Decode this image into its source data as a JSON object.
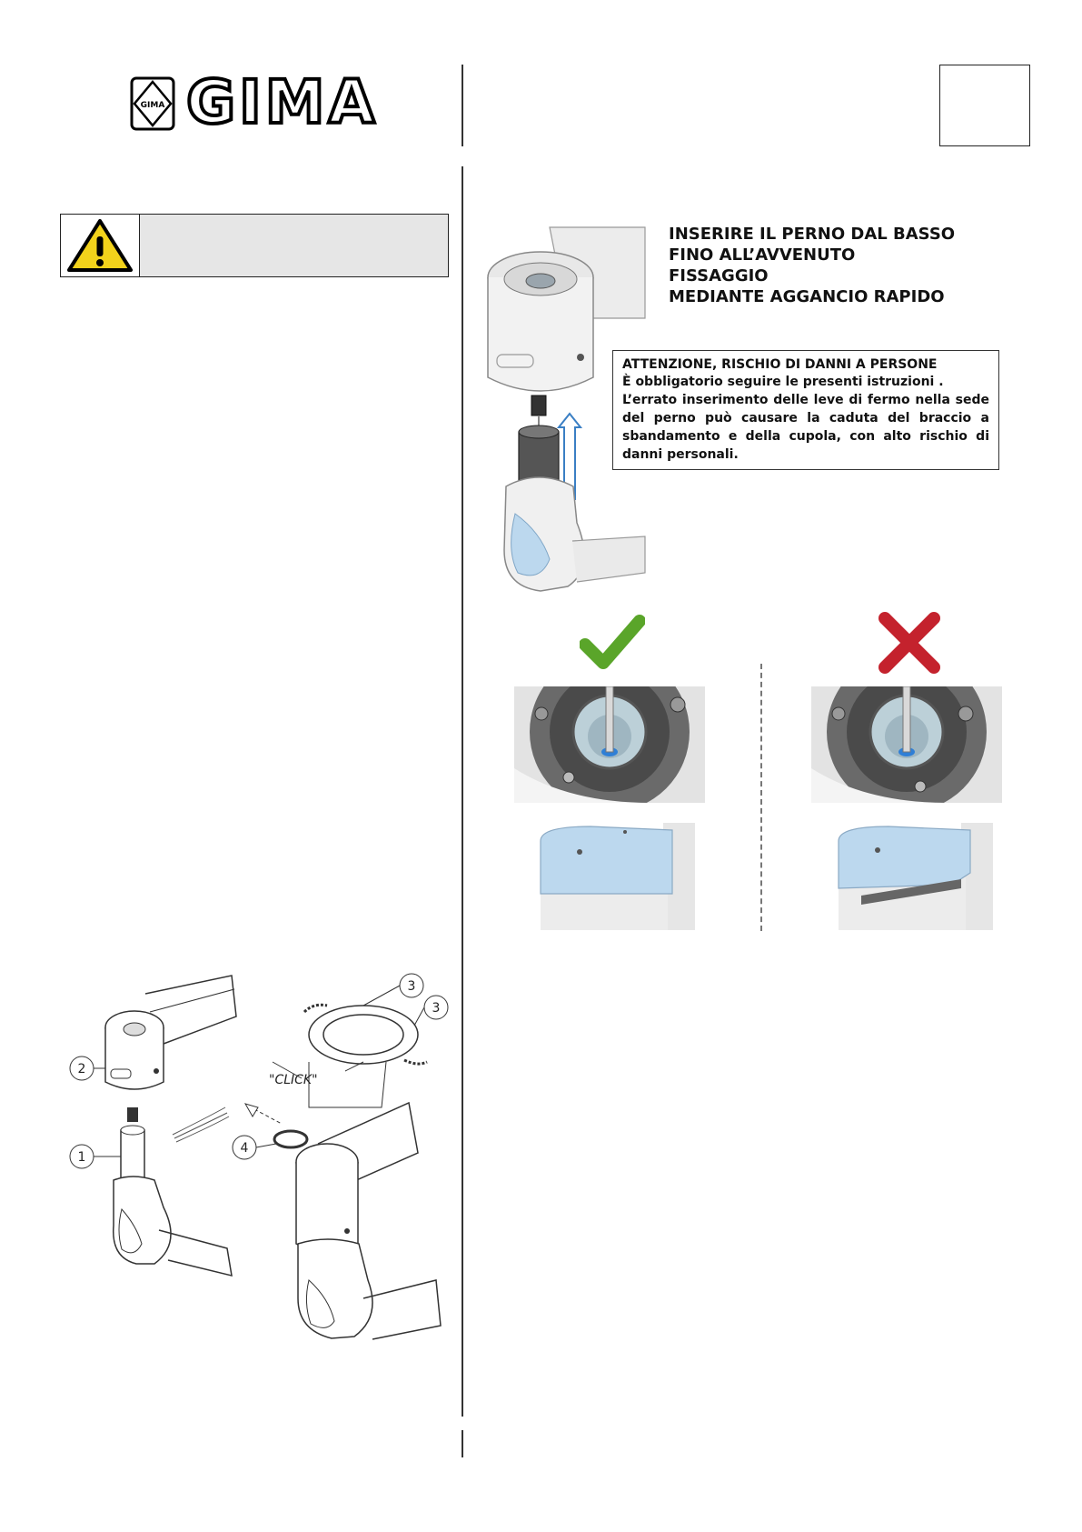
{
  "header": {
    "brand": "GIMA",
    "seal_text": "GIMA"
  },
  "instruction": {
    "lines": [
      "INSERIRE IL PERNO DAL BASSO",
      "FINO ALL’AVVENUTO FISSAGGIO",
      "MEDIANTE AGGANCIO RAPIDO"
    ]
  },
  "attention": {
    "title": "ATTENZIONE, RISCHIO DI DANNI A PERSONE",
    "subtitle": "È obbligatorio seguire le presenti istruzioni .",
    "body": "L’errato inserimento delle leve di fermo nella sede del perno può causare la caduta del braccio a sbandamento e della cupola, con alto rischio di danni personali."
  },
  "diagram": {
    "callouts": [
      "1",
      "2",
      "3",
      "3",
      "4"
    ],
    "click_label": "\"CLICK\""
  },
  "colors": {
    "check": "#5aa52a",
    "cross": "#c4222d",
    "warning_yellow": "#f2d21b",
    "dome_blue": "#bcd8ee"
  }
}
